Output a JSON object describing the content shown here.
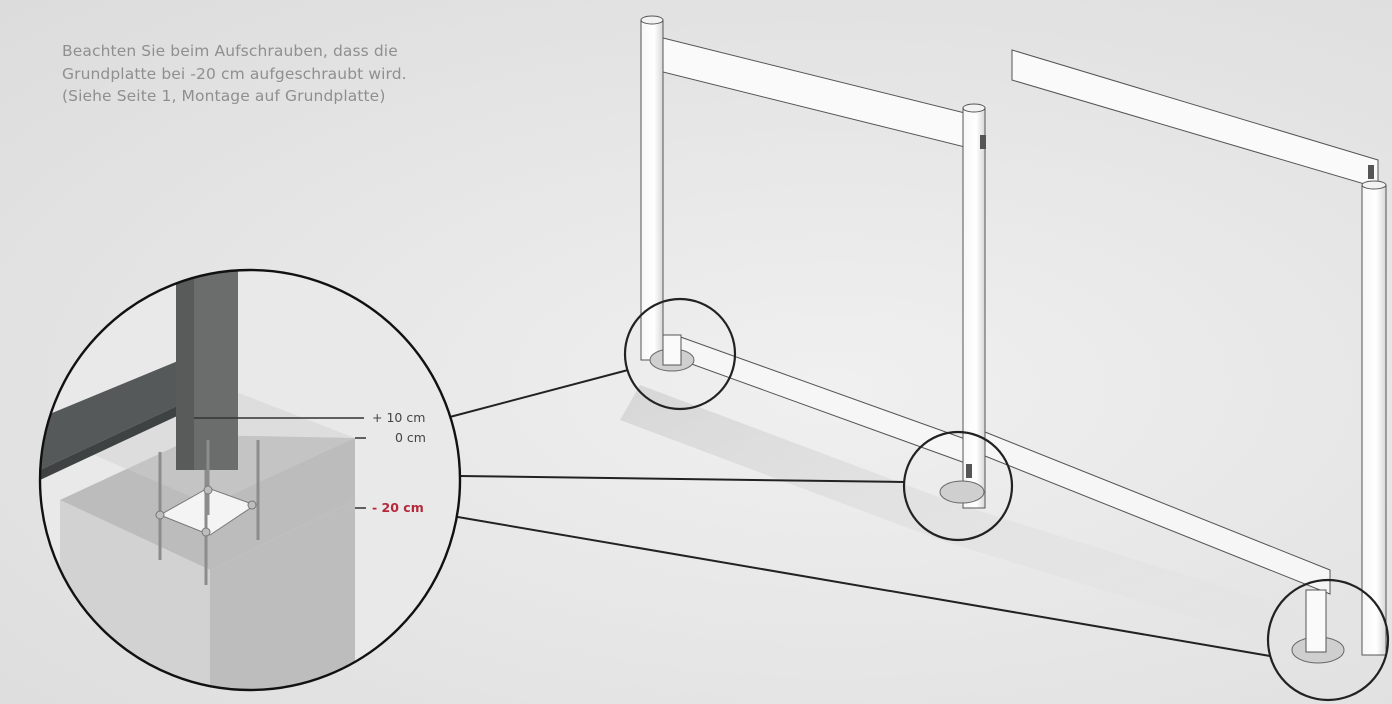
{
  "instructions": {
    "line1": "Beachten Sie beim Aufschrauben, dass die",
    "line2": "Grundplatte bei -20 cm aufgeschraubt wird.",
    "line3": "(Siehe Seite 1, Montage auf Grundplatte)"
  },
  "levels": {
    "plus10": "+ 10 cm",
    "zero": "0 cm",
    "minus20": "- 20 cm"
  },
  "colors": {
    "accent_red": "#b5283a",
    "text_gray": "#8f8f8f",
    "post_dark": "#5f625f",
    "frame_white": "#fbfbfb"
  }
}
